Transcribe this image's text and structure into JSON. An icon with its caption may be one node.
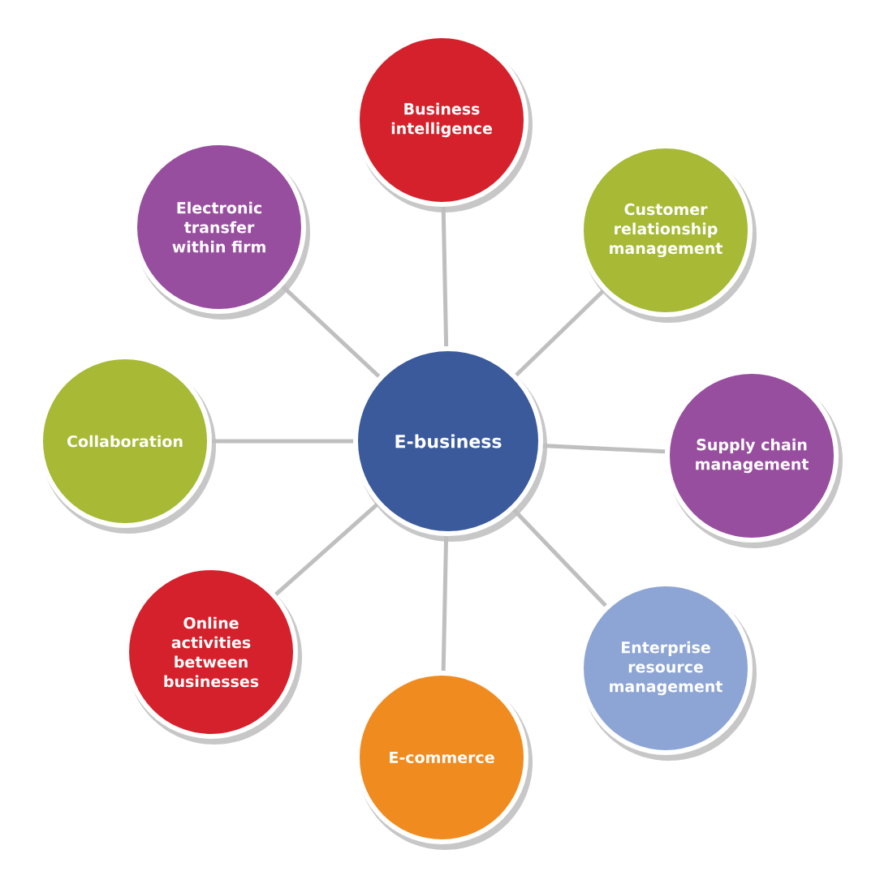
{
  "diagram": {
    "nodes": [
      {
        "text": [
          "E-business"
        ]
      },
      {
        "text": [
          "Business intelligence"
        ]
      },
      {
        "text": [
          "Customer relationship management"
        ]
      },
      {
        "text": [
          "Supply chain management"
        ]
      },
      {
        "text": [
          "Enterprise resource management"
        ]
      },
      {
        "text": [
          "E-commerce"
        ]
      },
      {
        "text": [
          "Online activities between businesses"
        ]
      },
      {
        "text": [
          "Collaboration"
        ]
      },
      {
        "text": [
          "Electronic transfer within firm"
        ]
      }
    ],
    "edges": [
      {
        "from": 0,
        "to": 1,
        "arrow": "none"
      },
      {
        "from": 0,
        "to": 2,
        "arrow": "none"
      },
      {
        "from": 0,
        "to": 3,
        "arrow": "none"
      },
      {
        "from": 0,
        "to": 4,
        "arrow": "none"
      },
      {
        "from": 0,
        "to": 5,
        "arrow": "none"
      },
      {
        "from": 0,
        "to": 6,
        "arrow": "none"
      },
      {
        "from": 0,
        "to": 7,
        "arrow": "none"
      },
      {
        "from": 0,
        "to": 8,
        "arrow": "none"
      }
    ]
  }
}
